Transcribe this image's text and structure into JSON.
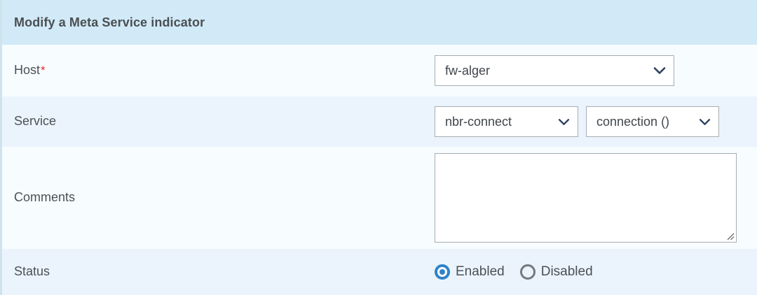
{
  "header": {
    "title": "Modify a Meta Service indicator"
  },
  "colors": {
    "header_bg": "#d2eaf7",
    "row_light": "#f7fcff",
    "row_tint": "#ebf4fc",
    "border": "#a9adb0",
    "accent_blue": "#3083c9",
    "chevron": "#2b3f60",
    "required_red": "#e8262b",
    "label_text": "#4c5156",
    "left_rail": "#cfe3ef"
  },
  "form": {
    "rows": [
      {
        "id": "host",
        "label": "Host",
        "required": true,
        "required_marker": "*",
        "control": "select",
        "value": "fw-alger"
      },
      {
        "id": "service",
        "label": "Service",
        "required": false,
        "control": "select-pair",
        "value": "nbr-connect",
        "value_secondary": "connection ()"
      },
      {
        "id": "comments",
        "label": "Comments",
        "required": false,
        "control": "textarea",
        "value": "",
        "placeholder": ""
      },
      {
        "id": "status",
        "label": "Status",
        "required": false,
        "control": "radio",
        "options": [
          {
            "label": "Enabled",
            "selected": true
          },
          {
            "label": "Disabled",
            "selected": false
          }
        ]
      }
    ]
  },
  "icons": {
    "chevron_down": "chevron-down-icon",
    "resize_grip": "resize-grip-icon"
  }
}
